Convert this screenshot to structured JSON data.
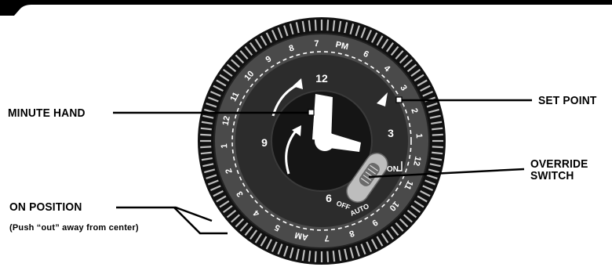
{
  "colors": {
    "bezel": "#1a1a1a",
    "ring": "#5a5a5a",
    "face": "#2a2a2a",
    "hub": "#111111",
    "ink": "#ffffff",
    "accent_label": "#000000"
  },
  "callouts": {
    "minute_hand": "MINUTE HAND",
    "set_point": "SET POINT",
    "override_switch_line1": "OVERRIDE",
    "override_switch_line2": "SWITCH",
    "on_position": "ON POSITION",
    "on_position_note": "(Push “out” away from center)"
  },
  "dial": {
    "hour_labels": [
      "12",
      "3",
      "6",
      "9"
    ],
    "outer_labels": [
      "PM",
      "6",
      "4",
      "3",
      "2",
      "1",
      "12",
      "11",
      "10",
      "9",
      "8",
      "7",
      "AM",
      "5",
      "4",
      "3",
      "2",
      "1",
      "12",
      "11",
      "10",
      "9",
      "8",
      "7"
    ],
    "switch_states": {
      "on": "ON",
      "off": "OFF",
      "auto": "AUTO"
    }
  }
}
